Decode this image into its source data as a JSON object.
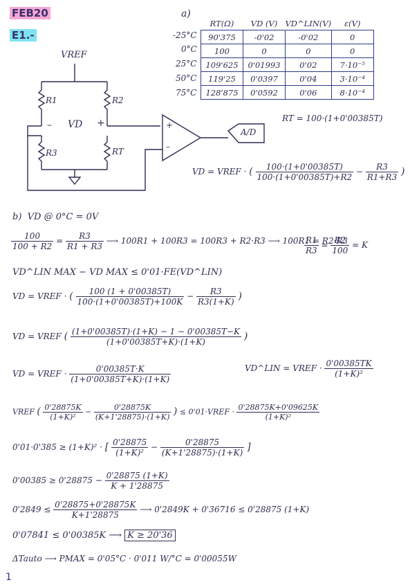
{
  "header": {
    "code": "FEB20",
    "exercise": "E1.-"
  },
  "part_a": {
    "label": "a)",
    "table": {
      "headers": [
        "RT(Ω)",
        "VD (V)",
        "VD^LIN(V)",
        "ε(V)"
      ],
      "rows": [
        {
          "temp": "-25°C",
          "rt": "90'375",
          "vd": "-0'02",
          "vlin": "-0'02",
          "err": "0"
        },
        {
          "temp": "0°C",
          "rt": "100",
          "vd": "0",
          "vlin": "0",
          "err": "0"
        },
        {
          "temp": "25°C",
          "rt": "109'625",
          "vd": "0'01993",
          "vlin": "0'02",
          "err": "7·10⁻⁵"
        },
        {
          "temp": "50°C",
          "rt": "119'25",
          "vd": "0'0397",
          "vlin": "0'04",
          "err": "3·10⁻⁴"
        },
        {
          "temp": "75°C",
          "rt": "128'875",
          "vd": "0'0592",
          "vlin": "0'06",
          "err": "8·10⁻⁴"
        }
      ]
    },
    "rt_formula": "RT = 100·(1+0'00385T)",
    "circuit": {
      "vref": "VREF",
      "r1": "R1",
      "r2": "R2",
      "r3": "R3",
      "rt": "RT",
      "vd": "VD",
      "minus": "–",
      "plus": "+",
      "oa_plus": "+",
      "oa_minus": "–",
      "ad": "A/D"
    },
    "vd_formula": {
      "lhs": "VD = VREF ·",
      "num1": "100·(1+0'00385T)",
      "den1": "100·(1+0'00385T)+R2",
      "num2": "R3",
      "den2": "R1+R3"
    }
  },
  "part_b": {
    "label": "b)",
    "l1": "VD @ 0°C = 0V",
    "l2": {
      "num1": "100",
      "den1": "100 + R2",
      "eq": "=",
      "num2": "R3",
      "den2": "R1 + R3",
      "rest": "⟶ 100R1 + 100R3 = 100R3 + R2·R3 ⟶ 100R1 = R2·R3"
    },
    "l2b": {
      "num1": "R1",
      "den1": "R3",
      "num2": "R2",
      "den2": "100",
      "rest": "= K"
    },
    "l3": "VD^LIN MAX − VD MAX ≤ 0'01·FE(VD^LIN)",
    "l4": {
      "lhs": "VD = VREF ·",
      "num1": "100 (1 + 0'00385T)",
      "den1": "100·(1+0'00385T)+100K",
      "num2": "R3",
      "den2": "R3(1+K)"
    },
    "l5": {
      "lhs": "VD = VREF",
      "num": "(1+0'00385T)·(1+K) − 1 − 0'00385T−K",
      "den": "(1+0'00385T+K)·(1+K)"
    },
    "l6": {
      "lhs": "VD = VREF ·",
      "num": "0'00385T·K",
      "den": "(1+0'00385T+K)·(1+K)",
      "lhs2": "VD^LIN = VREF ·",
      "num2": "0'00385TK",
      "den2": "(1+K)²"
    },
    "l7": {
      "lhs": "VREF",
      "num1": "0'28875K",
      "den1": "(1+K)²",
      "num2": "0'28875K",
      "den2": "(K+1'28875)·(1+K)",
      "mid": "≤ 0'01·VREF ·",
      "num3": "0'28875K+0'09625K",
      "den3": "(1+K)²"
    },
    "l8": {
      "lhs": "0'01·0'385 ≥ (1+K)² ·",
      "num1": "0'28875",
      "den1": "(1+K)²",
      "num2": "0'28875",
      "den2": "(K+1'28875)·(1+K)"
    },
    "l9": {
      "lhs": "0'00385 ≥ 0'28875 −",
      "num": "0'28875 (1+K)",
      "den": "K + 1'28875"
    },
    "l10": {
      "lhs": "0'2849 ≤",
      "num": "0'28875+0'28875K",
      "den": "K+1'28875",
      "rest": "⟶ 0'2849K + 0'36716 ≤ 0'28875 (1+K)"
    },
    "l11": {
      "lhs": "0'07841 ≤ 0'00385K ⟶",
      "box": "K ≥ 20'36"
    },
    "l12": "ΔTauto ⟶ PMAX = 0'05°C · 0'011 W/°C = 0'00055W"
  },
  "page_number": "1"
}
